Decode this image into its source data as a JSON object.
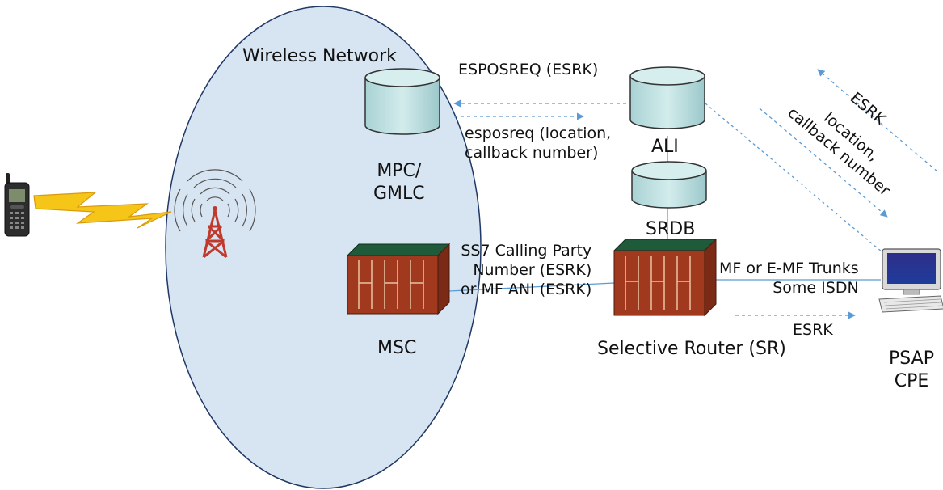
{
  "diagram": {
    "network_label": "Wireless Network",
    "nodes": {
      "mpc": "MPC/\nGMLC",
      "msc": "MSC",
      "ali": "ALI",
      "srdb": "SRDB",
      "sr": "Selective Router (SR)",
      "psap": "PSAP\nCPE"
    },
    "edges": {
      "esposreq_upper": "ESPOSREQ (ESRK)",
      "esposreq_lower": "esposreq (location,\ncallback number)",
      "ss7": "SS7 Calling Party\nNumber (ESRK)\nor MF ANI (ESRK)",
      "trunks": "MF or E-MF Trunks\nSome ISDN",
      "esrk_trunk": "ESRK",
      "esrk_diag": "ESRK",
      "location_diag": "location,\ncallback number"
    }
  },
  "colors": {
    "ellipse_fill": "#d7e4f1",
    "ellipse_stroke": "#1f3864",
    "db_fill": "#bfdfe0",
    "switch_body": "#a0391e",
    "switch_top": "#1f5a3a",
    "arrow": "#5b9bd5",
    "bolt": "#f5c518",
    "tower": "#c0392b"
  },
  "icons": [
    "mobile-phone-icon",
    "lightning-bolt-icon",
    "radio-tower-icon",
    "database-icon",
    "switch-cabinet-icon",
    "computer-icon"
  ]
}
